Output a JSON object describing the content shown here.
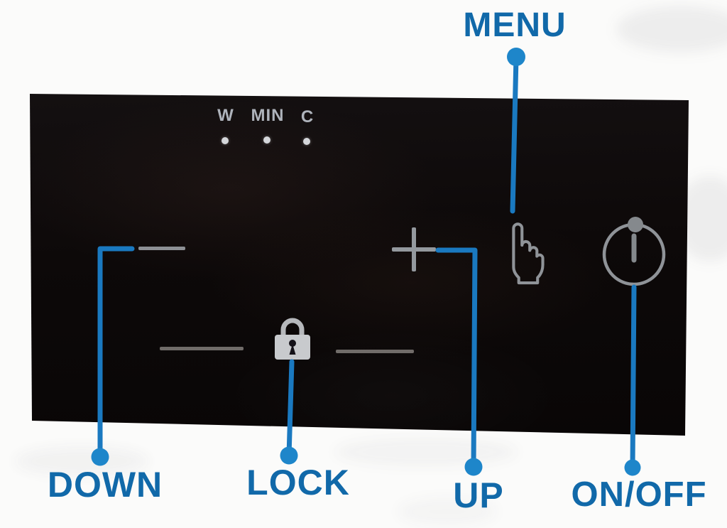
{
  "title_context": "touch control panel diagram",
  "panel": {
    "units": [
      {
        "label": "W"
      },
      {
        "label": "MIN"
      },
      {
        "label": "C"
      }
    ]
  },
  "callouts": {
    "menu": {
      "label": "MENU"
    },
    "down": {
      "label": "DOWN"
    },
    "lock": {
      "label": "LOCK"
    },
    "up": {
      "label": "UP"
    },
    "onoff": {
      "label": "ON/OFF"
    }
  },
  "icons": {
    "minus": "minus-icon",
    "plus": "plus-icon",
    "lock": "lock-icon",
    "touch": "hand-tap-icon",
    "power": "power-on-off-icon"
  },
  "colors": {
    "label_blue": "#1169a9",
    "line_blue": "#1a79c0",
    "dot_blue": "#1e86ca",
    "icon_gray": "#8f9398",
    "panel_black": "#0d0909",
    "led_gray": "#d4d6da"
  }
}
